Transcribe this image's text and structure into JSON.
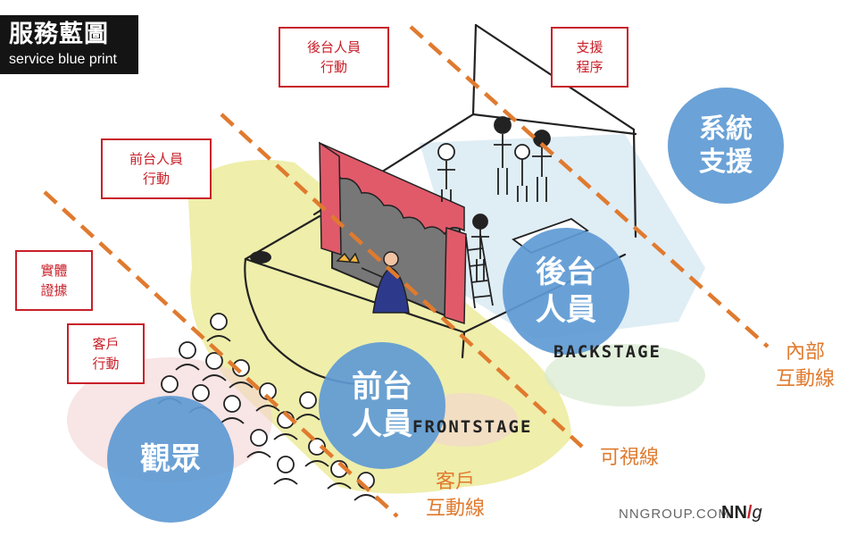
{
  "title": {
    "main": "服務藍圖",
    "sub": "service blue print"
  },
  "boxes": {
    "backstage_actions": [
      "後台人員",
      "行動"
    ],
    "support_process": [
      "支援",
      "程序"
    ],
    "frontstage_actions": [
      "前台人員",
      "行動"
    ],
    "physical_evidence": [
      "實體",
      "證據"
    ],
    "customer_actions": [
      "客戶",
      "行動"
    ]
  },
  "circles": {
    "system_support": [
      "系統",
      "支援"
    ],
    "backstage_staff": [
      "後台",
      "人員"
    ],
    "frontstage_staff": [
      "前台",
      "人員"
    ],
    "audience": "觀眾"
  },
  "lines": {
    "internal_interaction": [
      "內部",
      "互動線"
    ],
    "visibility": "可視線",
    "customer_interaction": [
      "客戶",
      "互動線"
    ]
  },
  "stage_labels": {
    "backstage": "BACKSTAGE",
    "frontstage": "FRONTSTAGE"
  },
  "footer": {
    "site": "NNGROUP.COM",
    "logo_a": "NN",
    "logo_slash": "/",
    "logo_b": "g"
  },
  "colors": {
    "accent_red": "#c8202a",
    "line_orange": "#e07a2e",
    "circle_blue": "#5e9ad4",
    "wash_yellow": "#e9e88f"
  }
}
